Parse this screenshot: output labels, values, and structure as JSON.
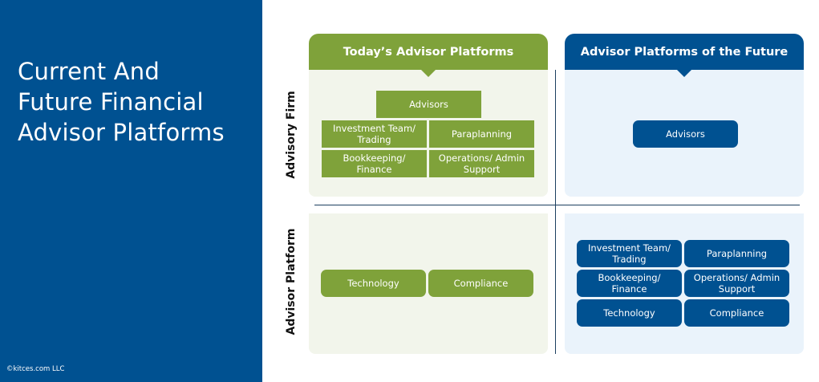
{
  "title_lines": [
    "Current And",
    "Future Financial",
    "Advisor Platforms"
  ],
  "copyright": "©kitces.com LLC",
  "headers": {
    "today": "Today’s Advisor Platforms",
    "future": "Advisor Platforms of the Future"
  },
  "row_labels": {
    "firm": "Advisory Firm",
    "platform": "Advisor Platform"
  },
  "today_firm": {
    "advisors": "Advisors",
    "investment": "Investment Team/ Trading",
    "paraplanning": "Paraplanning",
    "bookkeeping": "Bookkeeping/ Finance",
    "operations": "Operations/ Admin Support"
  },
  "today_platform": {
    "technology": "Technology",
    "compliance": "Compliance"
  },
  "future_firm": {
    "advisors": "Advisors"
  },
  "future_platform": {
    "investment": "Investment Team/ Trading",
    "paraplanning": "Paraplanning",
    "bookkeeping": "Bookkeeping/ Finance",
    "operations": "Operations/ Admin Support",
    "technology": "Technology",
    "compliance": "Compliance"
  },
  "colors": {
    "sidebar": "#005191",
    "green": "#7fa23a",
    "blue": "#005191",
    "green_bg": "#f2f5eb",
    "blue_bg": "#eaf3fb"
  }
}
